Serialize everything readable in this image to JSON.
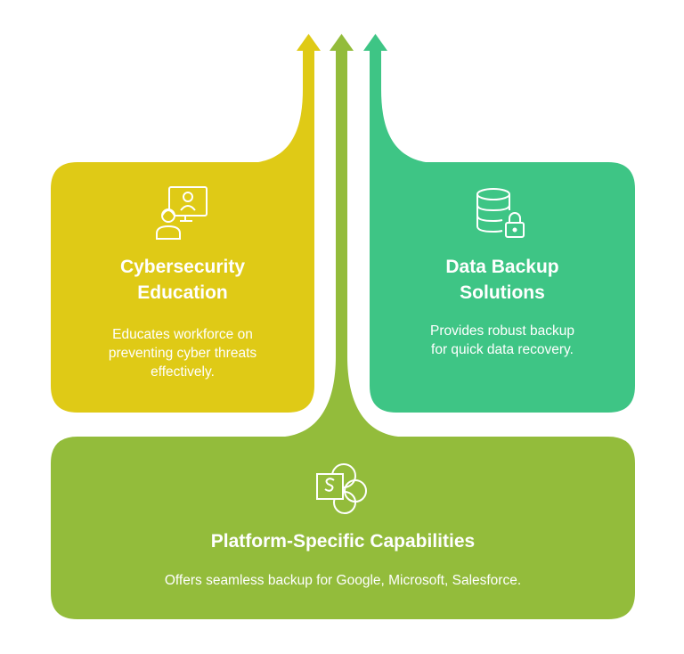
{
  "colors": {
    "education": "#DFCA16",
    "platform": "#93BC3B",
    "backup": "#3EC585",
    "text": "#FFFFFF"
  },
  "cards": {
    "education": {
      "icon": "teacher-screen-icon",
      "title_line1": "Cybersecurity",
      "title_line2": "Education",
      "desc_line1": "Educates workforce on",
      "desc_line2": "preventing cyber threats",
      "desc_line3": "effectively."
    },
    "backup": {
      "icon": "database-lock-icon",
      "title_line1": "Data Backup",
      "title_line2": "Solutions",
      "desc_line1": "Provides robust backup",
      "desc_line2": "for quick data recovery."
    },
    "platform": {
      "icon": "sharepoint-icon",
      "title": "Platform-Specific Capabilities",
      "desc": "Offers seamless backup for Google, Microsoft, Salesforce."
    }
  }
}
